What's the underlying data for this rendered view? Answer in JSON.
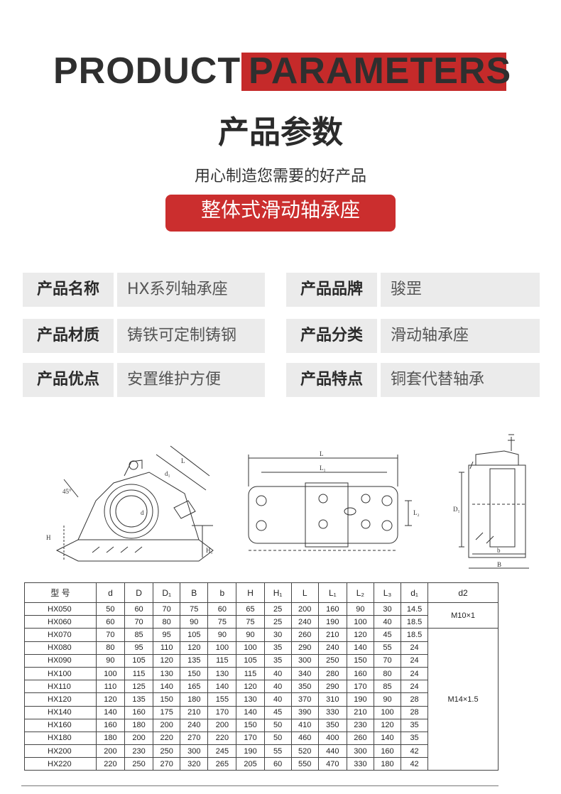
{
  "header": {
    "title_dark": "PRODUCT",
    "title_red": "PARAMETERS",
    "title_cn": "产品参数",
    "subtitle": "用心制造您需要的好产品",
    "pill": "整体式滑动轴承座"
  },
  "specs": [
    {
      "key": "产品名称",
      "value": "HX系列轴承座"
    },
    {
      "key": "产品品牌",
      "value": "骏罡"
    },
    {
      "key": "产品材质",
      "value": "铸铁可定制铸钢"
    },
    {
      "key": "产品分类",
      "value": "滑动轴承座"
    },
    {
      "key": "产品优点",
      "value": "安置维护方便"
    },
    {
      "key": "产品特点",
      "value": "铜套代替轴承"
    }
  ],
  "drawing_labels": {
    "angle": "45°",
    "L": "L",
    "L1": "L₁",
    "L2": "L₂",
    "d1": "d₁",
    "D1": "D₁",
    "H": "H",
    "H1": "H₁",
    "b": "b",
    "B": "B",
    "d": "d"
  },
  "table": {
    "headers": [
      "型 号",
      "d",
      "D",
      "D₁",
      "B",
      "b",
      "H",
      "H₁",
      "L",
      "L₁",
      "L₂",
      "L₃",
      "d₁",
      "d2"
    ],
    "rows": [
      [
        "HX050",
        "50",
        "60",
        "70",
        "75",
        "60",
        "65",
        "25",
        "200",
        "160",
        "90",
        "30",
        "14.5"
      ],
      [
        "HX060",
        "60",
        "70",
        "80",
        "90",
        "75",
        "75",
        "25",
        "240",
        "190",
        "100",
        "40",
        "18.5"
      ],
      [
        "HX070",
        "70",
        "85",
        "95",
        "105",
        "90",
        "90",
        "30",
        "260",
        "210",
        "120",
        "45",
        "18.5"
      ],
      [
        "HX080",
        "80",
        "95",
        "110",
        "120",
        "100",
        "100",
        "35",
        "290",
        "240",
        "140",
        "55",
        "24"
      ],
      [
        "HX090",
        "90",
        "105",
        "120",
        "135",
        "115",
        "105",
        "35",
        "300",
        "250",
        "150",
        "70",
        "24"
      ],
      [
        "HX100",
        "100",
        "115",
        "130",
        "150",
        "130",
        "115",
        "40",
        "340",
        "280",
        "160",
        "80",
        "24"
      ],
      [
        "HX110",
        "110",
        "125",
        "140",
        "165",
        "140",
        "120",
        "40",
        "350",
        "290",
        "170",
        "85",
        "24"
      ],
      [
        "HX120",
        "120",
        "135",
        "150",
        "180",
        "155",
        "130",
        "40",
        "370",
        "310",
        "190",
        "90",
        "28"
      ],
      [
        "HX140",
        "140",
        "160",
        "175",
        "210",
        "170",
        "140",
        "45",
        "390",
        "330",
        "210",
        "100",
        "28"
      ],
      [
        "HX160",
        "160",
        "180",
        "200",
        "240",
        "200",
        "150",
        "50",
        "410",
        "350",
        "230",
        "120",
        "35"
      ],
      [
        "HX180",
        "180",
        "200",
        "220",
        "270",
        "220",
        "170",
        "50",
        "460",
        "400",
        "260",
        "140",
        "35"
      ],
      [
        "HX200",
        "200",
        "230",
        "250",
        "300",
        "245",
        "190",
        "55",
        "520",
        "440",
        "300",
        "160",
        "42"
      ],
      [
        "HX220",
        "220",
        "250",
        "270",
        "320",
        "265",
        "205",
        "60",
        "550",
        "470",
        "330",
        "180",
        "42"
      ]
    ],
    "d2_groups": [
      "M10×1",
      "M14×1.5"
    ]
  }
}
